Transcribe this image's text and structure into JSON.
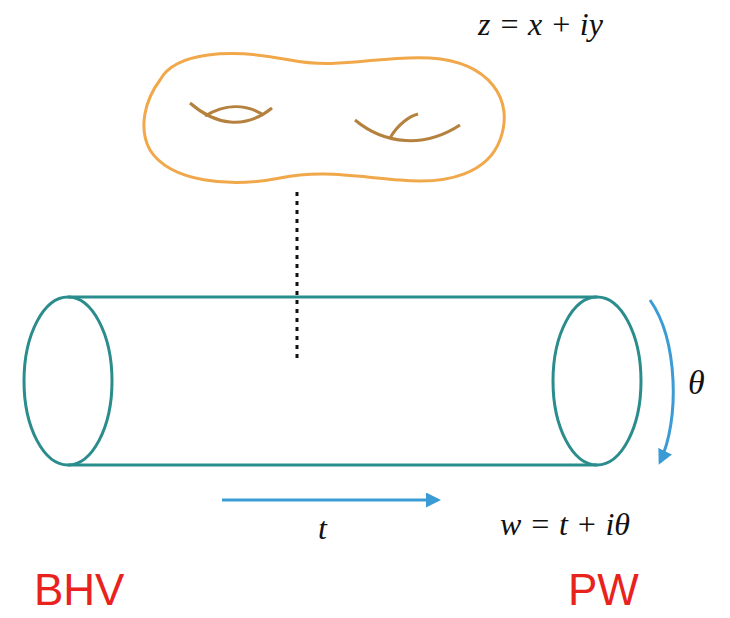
{
  "diagram": {
    "labels": [
      "z = x + iy",
      "θ",
      "t",
      "w = t + iθ",
      "BHV",
      "PW"
    ]
  }
}
